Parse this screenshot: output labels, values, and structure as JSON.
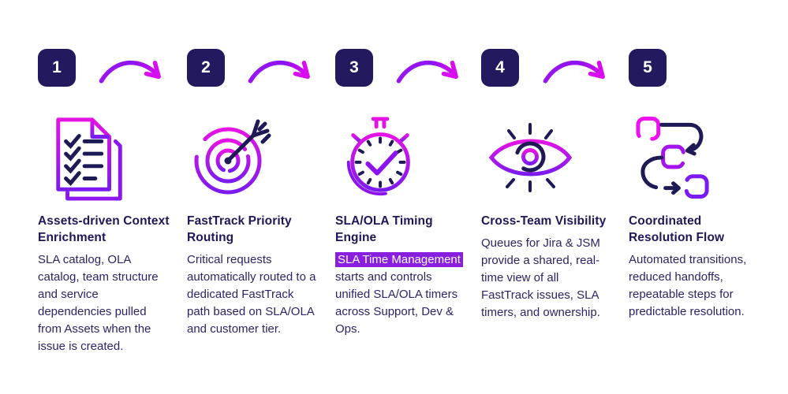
{
  "colors": {
    "badge_navy": "#23195f",
    "icon_navy": "#1e1a56",
    "magenta": "#e414e4",
    "purple": "#7b1af0",
    "highlight_bg": "#8a1ee0",
    "title_text": "#1f1758",
    "body_text": "#2d2466"
  },
  "steps": [
    {
      "number": "1",
      "icon": "checklist-document-icon",
      "title": "Assets-driven Context Enrichment",
      "body": "SLA catalog, OLA catalog, team structure and service dependencies pulled from Assets when the issue is created."
    },
    {
      "number": "2",
      "icon": "target-dart-icon",
      "title": "FastTrack Priority Routing",
      "body": "Critical requests automatically routed to a dedicated FastTrack path based on SLA/OLA and customer tier."
    },
    {
      "number": "3",
      "icon": "stopwatch-icon",
      "title": "SLA/OLA Timing Engine",
      "body_highlight": "SLA Time Management",
      "body_rest": " starts and controls unified SLA/OLA timers across Support, Dev & Ops."
    },
    {
      "number": "4",
      "icon": "eye-visibility-icon",
      "title": "Cross-Team Visibility",
      "body": "Queues for Jira & JSM provide a shared, real-time view of all FastTrack issues, SLA timers, and ownership."
    },
    {
      "number": "5",
      "icon": "workflow-steps-icon",
      "title": "Coordinated Resolution Flow",
      "body": "Automated transitions, reduced handoffs, repeatable steps for predictable resolution."
    }
  ]
}
